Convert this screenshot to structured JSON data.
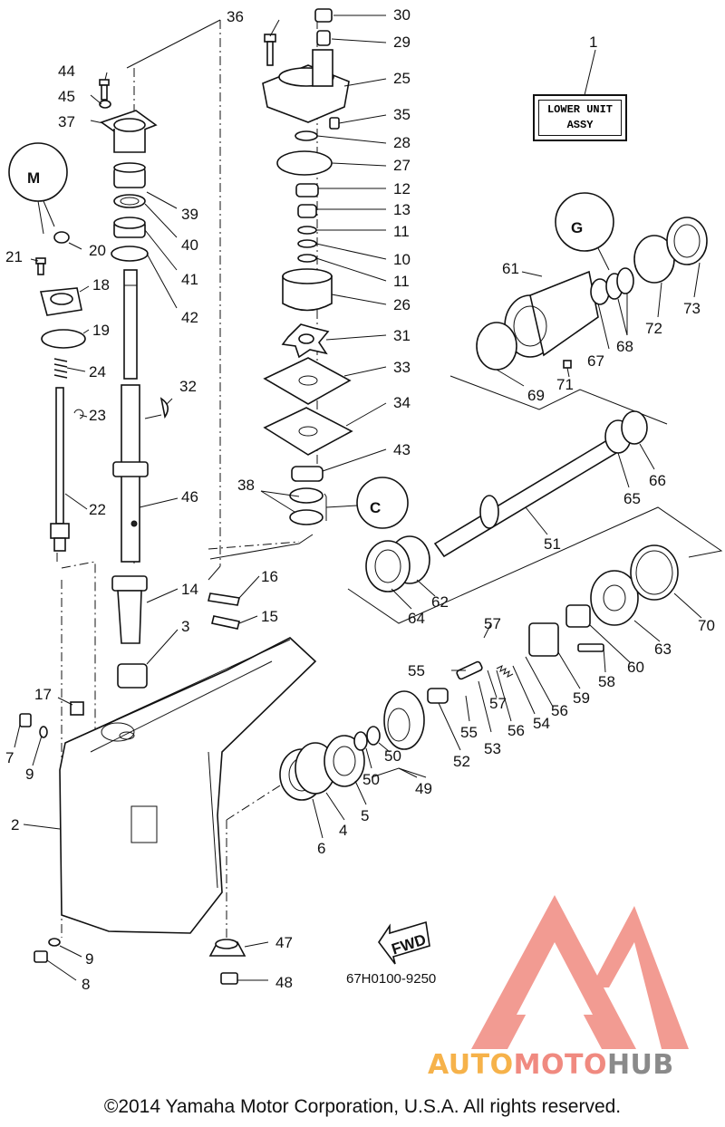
{
  "assembly_title": [
    "LOWER UNIT",
    "ASSY"
  ],
  "catalog_code": "67H0100-9250",
  "copyright": "©2014 Yamaha Motor Corporation, U.S.A. All rights reserved.",
  "watermark": {
    "brand_parts": [
      "AUTO",
      "MOTO",
      "HUB"
    ],
    "colors": [
      "#f6b24a",
      "#f08a80",
      "#8a8a8a"
    ]
  },
  "fwd_label": "FWD",
  "insets": {
    "grease_symbol": "C",
    "gear_oil_symbol": "G"
  },
  "part_labels": {
    "p1": "1",
    "p2": "2",
    "p3": "3",
    "p4": "4",
    "p5": "5",
    "p6": "6",
    "p7": "7",
    "p8": "8",
    "p9a": "9",
    "p9b": "9",
    "p10": "10",
    "p11a": "11",
    "p11b": "11",
    "p12": "12",
    "p13": "13",
    "p14": "14",
    "p15": "15",
    "p16": "16",
    "p17": "17",
    "p18": "18",
    "p19": "19",
    "p20": "20",
    "p21": "21",
    "p22": "22",
    "p23": "23",
    "p24": "24",
    "p25": "25",
    "p26": "26",
    "p27": "27",
    "p28": "28",
    "p29": "29",
    "p30": "30",
    "p31": "31",
    "p32": "32",
    "p33": "33",
    "p34": "34",
    "p35": "35",
    "p36": "36",
    "p37": "37",
    "p38": "38",
    "p39": "39",
    "p40": "40",
    "p41": "41",
    "p42": "42",
    "p43": "43",
    "p44": "44",
    "p45": "45",
    "p46": "46",
    "p47": "47",
    "p48": "48",
    "p49": "49",
    "p50a": "50",
    "p50b": "50",
    "p51": "51",
    "p52": "52",
    "p53": "53",
    "p54": "54",
    "p55a": "55",
    "p55b": "55",
    "p56a": "56",
    "p56b": "56",
    "p57a": "57",
    "p57b": "57",
    "p58": "58",
    "p59": "59",
    "p60": "60",
    "p61": "61",
    "p62": "62",
    "p63": "63",
    "p64": "64",
    "p65": "65",
    "p66": "66",
    "p67": "67",
    "p68": "68",
    "p69": "69",
    "p70": "70",
    "p71": "71",
    "p72": "72",
    "p73": "73"
  }
}
